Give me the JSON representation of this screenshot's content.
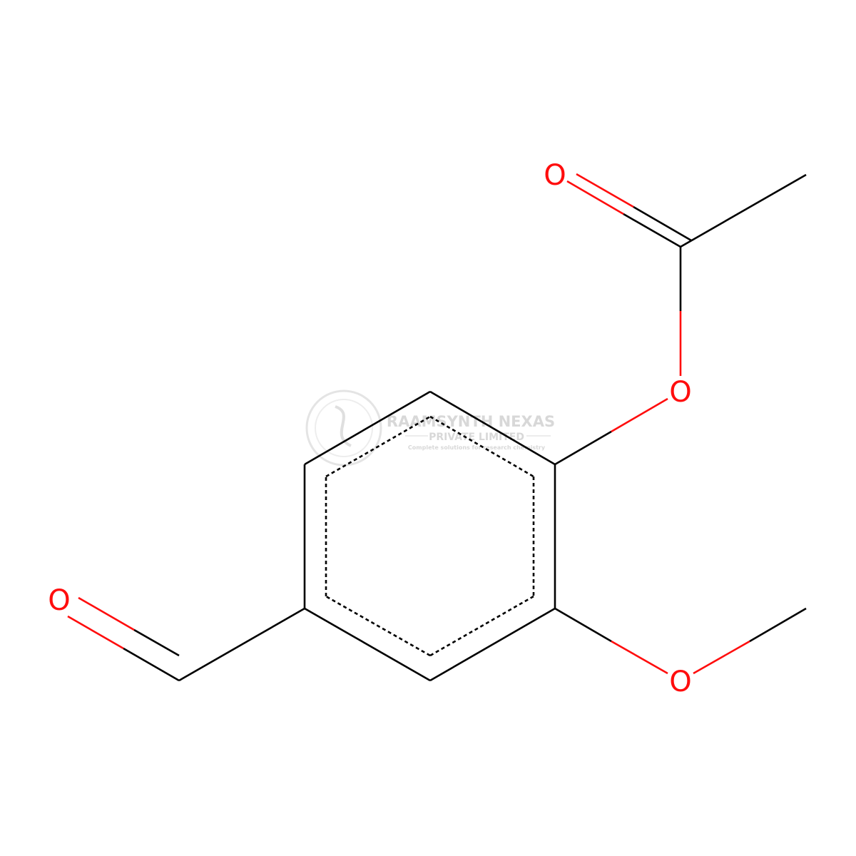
{
  "colors": {
    "bond": "#000000",
    "oxygen": "#ff0d0d",
    "background": "#ffffff",
    "watermark": "#d4d4d4"
  },
  "atoms": {
    "o_carbonyl_acetate": "O",
    "o_ester": "O",
    "o_methoxy": "O",
    "o_aldehyde": "O"
  },
  "watermark": {
    "name": "RAAMSYNTH NEXAS",
    "sub": "PRIVATE LIMITED",
    "tagline": "Complete solutions for research chemistry"
  }
}
